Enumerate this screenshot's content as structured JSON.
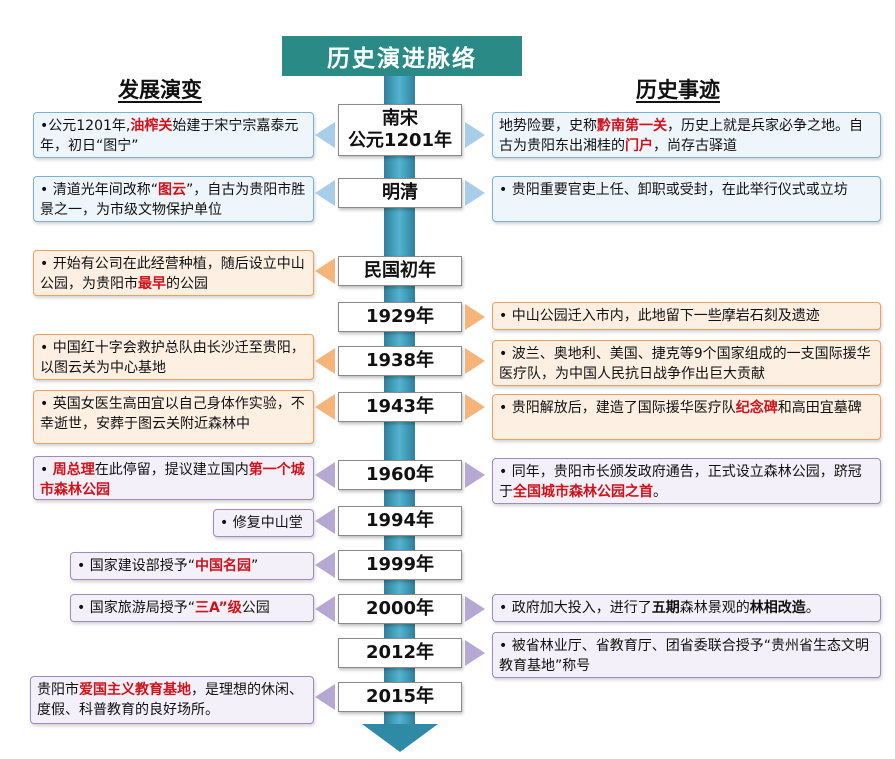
{
  "title": "历史演进脉络",
  "left_heading": "发展演变",
  "right_heading": "历史事迹",
  "years": [
    "南宋",
    "公元1201年",
    "明清",
    "民国初年",
    "1929年",
    "1938年",
    "1943年",
    "1960年",
    "1994年",
    "1999年",
    "2000年",
    "2012年",
    "2015年"
  ],
  "left": {
    "l0": [
      "•公元1201年,",
      "油榨关",
      "始建于宋宁宗嘉泰元年，初日“图宁”"
    ],
    "l1": [
      "• 清道光年间改称“",
      "图云",
      "”，自古为贵阳市胜景之一，为市级文物保护单位"
    ],
    "l2": [
      "• 开始有公司在此经营种植，随后设立中山公园，为贵阳市",
      "最早",
      "的公园"
    ],
    "l3": [
      "• 中国红十字会救护总队由长沙迁至贵阳，以图云关为中心基地"
    ],
    "l4": [
      "• 英国女医生高田宜以自己身体作实验，不幸逝世，安葬于图云关附近森林中"
    ],
    "l5": [
      "• ",
      "周总理",
      "在此停留，提议建立国内",
      "第一个城市森林公园"
    ],
    "l6": [
      "• 修复中山堂"
    ],
    "l7": [
      "• 国家建设部授予“",
      "中国名园",
      "”"
    ],
    "l8": [
      "• 国家旅游局授予“",
      "三A”级",
      "公园"
    ],
    "l9": [
      "贵阳市",
      "爱国主义教育基地",
      "，是理想的休闲、度假、科普教育的良好场所。"
    ]
  },
  "right": {
    "r0": [
      "地势险要，史称",
      "黔南第一关",
      "，历史上就是兵家必争之地。自古为贵阳东出湘桂的",
      "门户",
      "，尚存古驿道"
    ],
    "r1": [
      "• 贵阳重要官吏上任、卸职或受封，在此举行仪式或立坊"
    ],
    "r2": [
      "• 中山公园迁入市内，此地留下一些摩岩石刻及遗迹"
    ],
    "r3": [
      "• 波兰、奥地利、美国、捷克等9个国家组成的一支国际援华医疗队，为中国人民抗日战争作出巨大贡献"
    ],
    "r4": [
      "• 贵阳解放后，建造了国际援华医疗队",
      "纪念碑",
      "和高田宜墓碑"
    ],
    "r5": [
      "• 同年，贵阳市长颁发政府通告，正式设立森林公园，跻冠于",
      "全国城市森林公园之首",
      "。"
    ],
    "r6": [
      "• 政府加大投入，进行了",
      "五期",
      "森林景观的",
      "林相改造",
      "。"
    ],
    "r7": [
      "• 被省林业厅、省教育厅、团省委联合授予“贵州省生态文明教育基地”称号"
    ]
  }
}
